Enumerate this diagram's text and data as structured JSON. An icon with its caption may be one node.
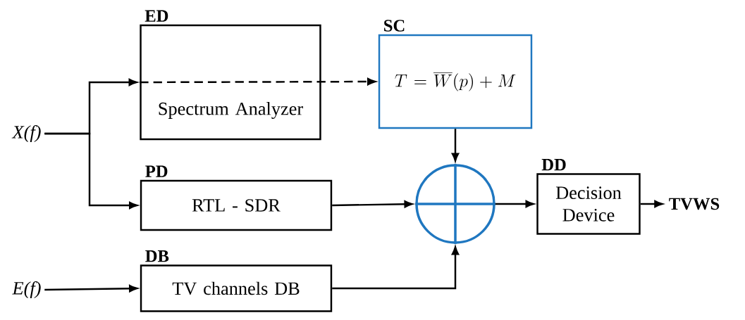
{
  "diagram": {
    "nodes": [
      {
        "text": [
          "X(f)"
        ]
      },
      {
        "text": [
          "ED",
          "Spectrum Analyzer"
        ]
      },
      {
        "text": [
          "SC",
          "T = \\overline{W}(p) +  M"
        ]
      },
      {
        "text": [
          "PD",
          "RTL - SDR"
        ]
      },
      {
        "text": [
          "E(f)"
        ]
      },
      {
        "text": [
          "DB",
          "TV channels DB"
        ]
      },
      {
        "text": [],
        "shape": "circle"
      },
      {
        "text": [
          "DD",
          "Decision Device"
        ]
      },
      {
        "text": [
          "TVWS"
        ]
      }
    ],
    "edges": [
      {
        "from": 0,
        "to": 1,
        "arrow": "to"
      },
      {
        "from": 0,
        "to": 3,
        "arrow": "to"
      },
      {
        "from": 1,
        "to": 2,
        "arrow": "to",
        "style": "dashed"
      },
      {
        "from": 2,
        "to": 6,
        "arrow": "to"
      },
      {
        "from": 3,
        "to": 6,
        "arrow": "to"
      },
      {
        "from": 4,
        "to": 5,
        "arrow": "to"
      },
      {
        "from": 5,
        "to": 6,
        "arrow": "to"
      },
      {
        "from": 6,
        "to": 7,
        "arrow": "to"
      },
      {
        "from": 7,
        "to": 8,
        "arrow": "to"
      }
    ]
  }
}
